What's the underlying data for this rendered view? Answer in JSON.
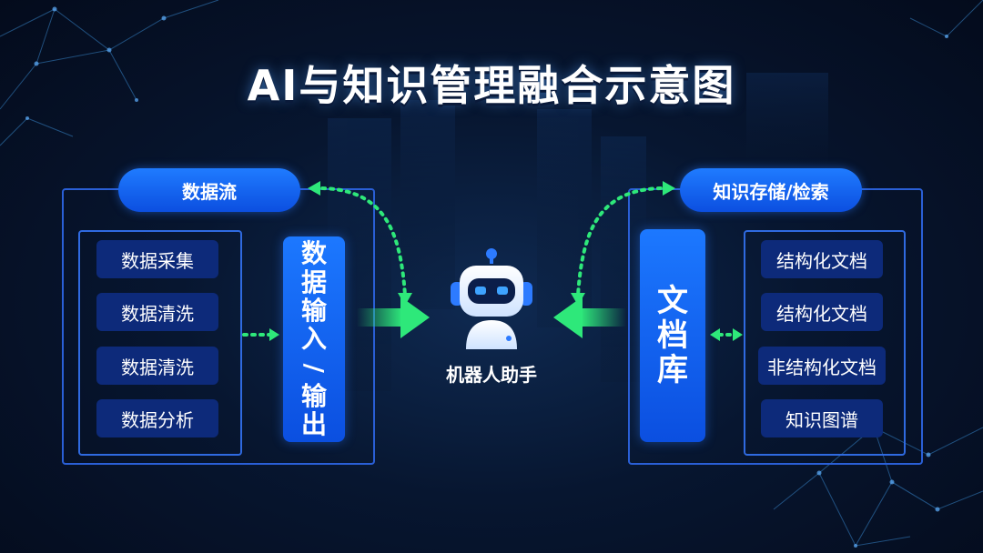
{
  "title": "AI与知识管理融合示意图",
  "left": {
    "header": "数据流",
    "items": [
      "数据采集",
      "数据清洗",
      "数据清洗",
      "数据分析"
    ],
    "bar_label": "数据输入/输出"
  },
  "center": {
    "robot_label": "机器人助手",
    "icon": "robot-icon"
  },
  "right": {
    "header": "知识存储/检索",
    "bar_label": "文档库",
    "items": [
      "结构化文档",
      "结构化文档",
      "非结构化文档",
      "知识图谱"
    ]
  },
  "colors": {
    "accent_blue": "#1f7bff",
    "item_bg": "#0d2a7a",
    "arrow_green": "#2ee87a",
    "background": "#071630"
  }
}
